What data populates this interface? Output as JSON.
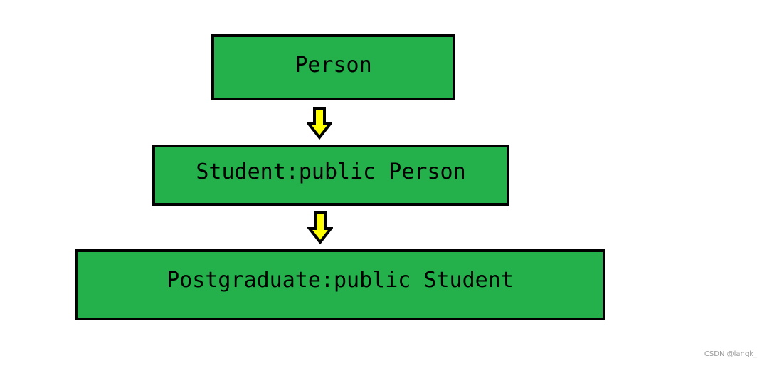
{
  "diagram": {
    "nodes": [
      {
        "id": "person",
        "label": "Person"
      },
      {
        "id": "student",
        "label": "Student:public Person"
      },
      {
        "id": "postgraduate",
        "label": "Postgraduate:public Student"
      }
    ],
    "edges": [
      {
        "from": "person",
        "to": "student"
      },
      {
        "from": "student",
        "to": "postgraduate"
      }
    ]
  },
  "watermark": "CSDN @langk_",
  "colors": {
    "box_fill": "#24b14c",
    "box_border": "#000000",
    "arrow_fill": "#ffff00",
    "arrow_stroke": "#000000",
    "text": "#000000",
    "watermark": "#9a9a9a",
    "background": "#ffffff"
  },
  "icons": {
    "edge_arrow": "down-arrow-icon"
  }
}
